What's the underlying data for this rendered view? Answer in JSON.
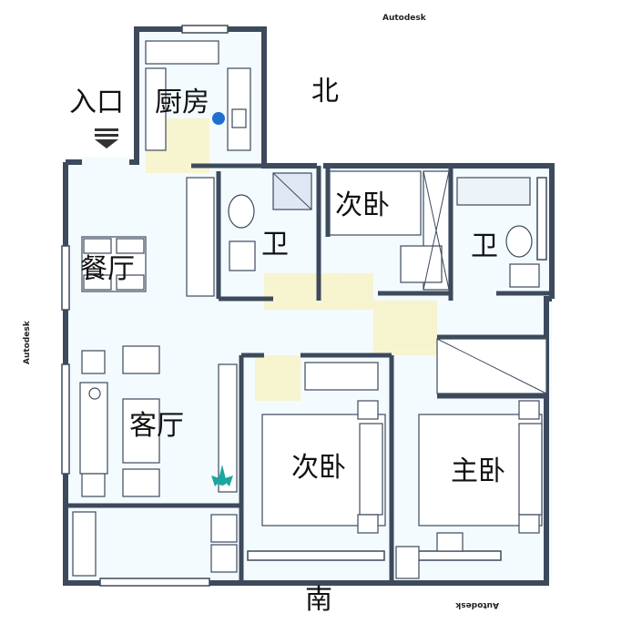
{
  "watermarks": {
    "top": "Autodesk",
    "left": "Autodesk",
    "bottom": "Autodesk"
  },
  "directions": {
    "north": "北",
    "south": "南"
  },
  "entrance": {
    "label": "入口"
  },
  "rooms": {
    "kitchen": "厨房",
    "bathroom_left": "卫",
    "bedroom_north": "次卧",
    "bathroom_right": "卫",
    "dining": "餐厅",
    "living": "客厅",
    "bedroom_south": "次卧",
    "master": "主卧"
  },
  "colors": {
    "wall": "#3d4a5c",
    "wall_fill": "#e6edf5",
    "floor": "#f4fbff",
    "accent": "#1e6fd0",
    "plant": "#1aa7a0",
    "sun": "#f7f2c4"
  }
}
